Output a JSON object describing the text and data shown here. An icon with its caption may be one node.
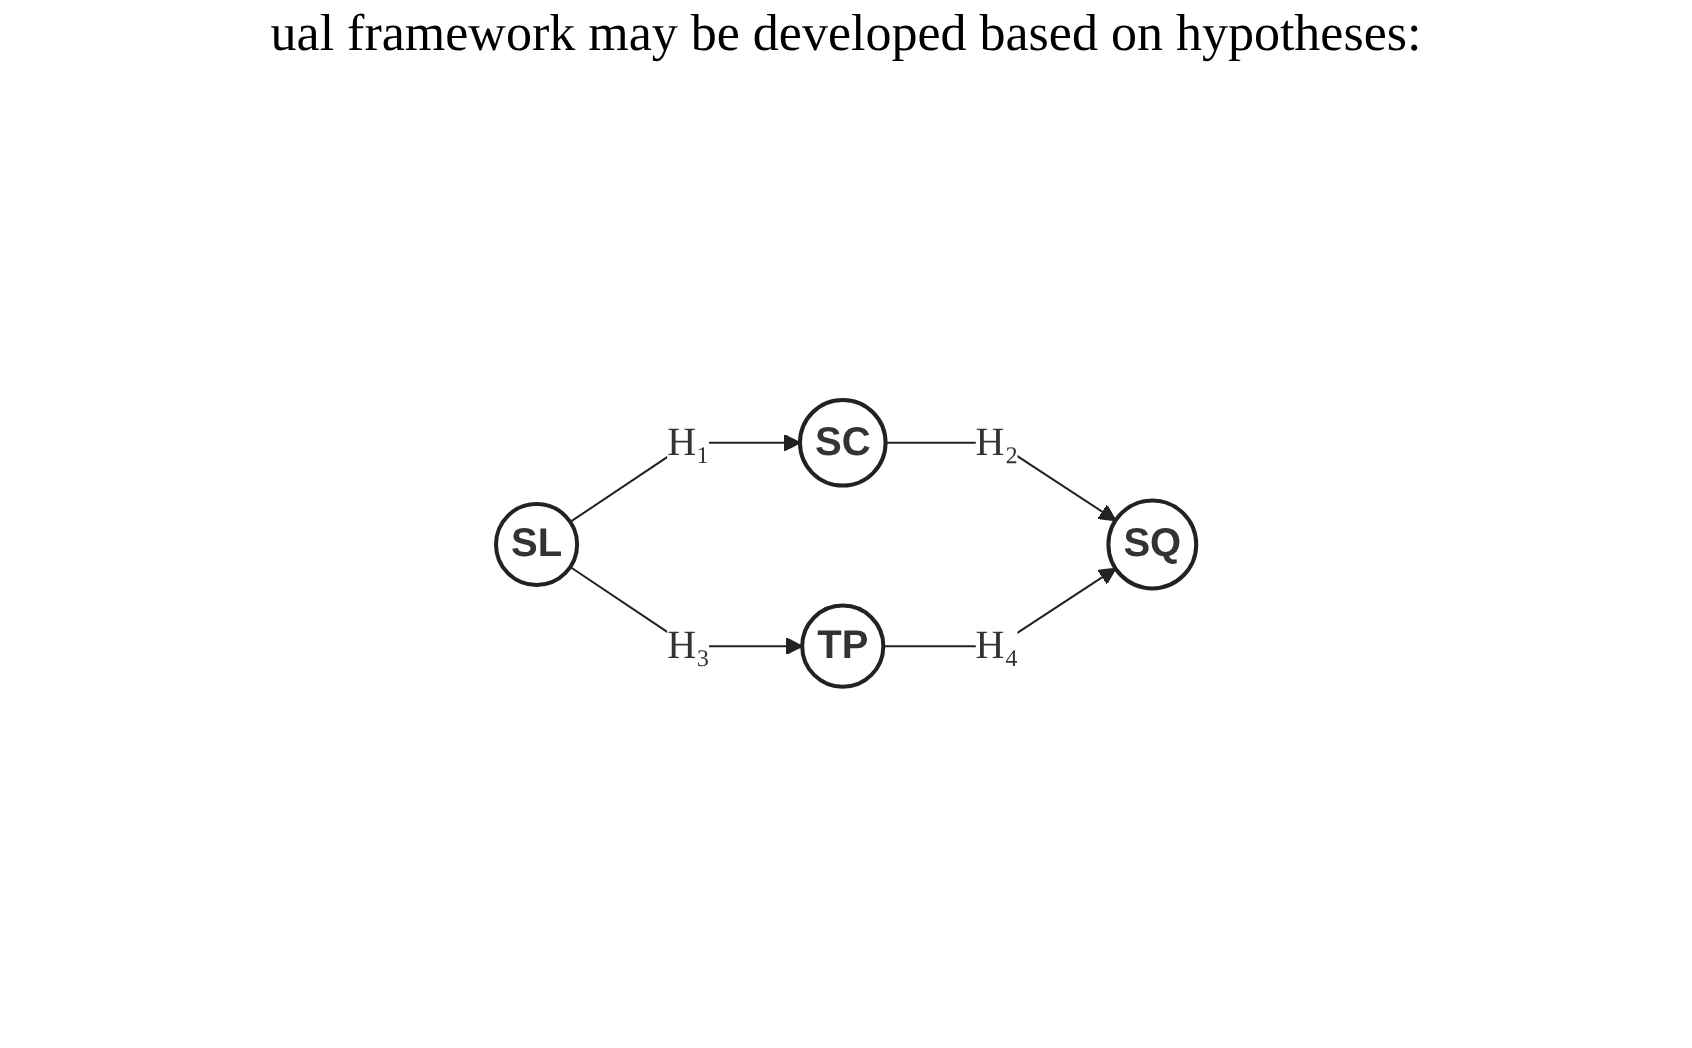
{
  "diagram": {
    "nodes": [
      {
        "text": [
          "SC"
        ]
      },
      {
        "text": [
          "SL"
        ]
      },
      {
        "text": [
          "SQ"
        ]
      },
      {
        "text": [
          "TP"
        ]
      }
    ],
    "edges": [
      {
        "from": 1,
        "to": 0,
        "arrow": "to",
        "label": "H₁"
      },
      {
        "from": 0,
        "to": 2,
        "arrow": "to",
        "label": "H₂"
      },
      {
        "from": 1,
        "to": 3,
        "arrow": "to",
        "label": "H₃"
      },
      {
        "from": 3,
        "to": 2,
        "arrow": "to",
        "label": "H₄"
      }
    ],
    "labels": [
      "ual framework may be developed based on hypotheses:"
    ]
  }
}
